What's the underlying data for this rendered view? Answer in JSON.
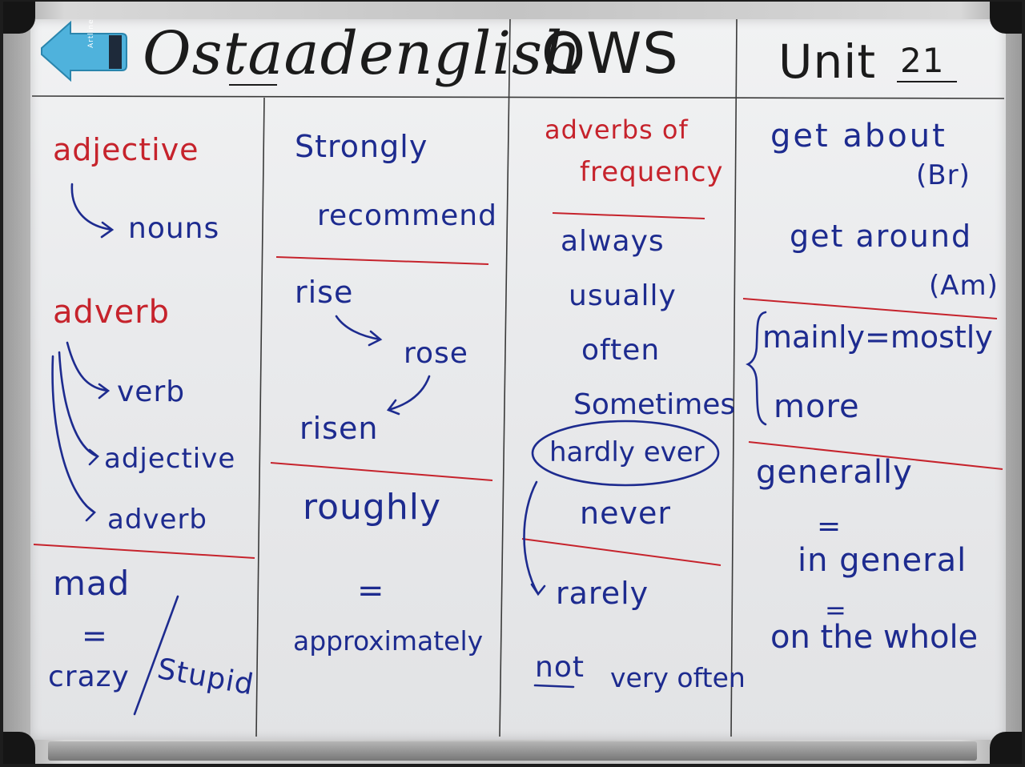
{
  "header": {
    "title": "Ostaadenglish",
    "code": "OWS",
    "unit_label": "Unit",
    "unit_number": "21"
  },
  "eraser": {
    "brand": "Artline"
  },
  "col1": {
    "adjective_heading": "adjective",
    "adjective_target": "nouns",
    "adverb_heading": "adverb",
    "adverb_targets": [
      "verb",
      "adjective",
      "adverb"
    ],
    "mad": "mad",
    "equals": "=",
    "crazy": "crazy",
    "slash": "/",
    "stupid": "Stupid"
  },
  "col2": {
    "strongly": "Strongly",
    "recommend": "recommend",
    "rise": "rise",
    "rose": "rose",
    "risen": "risen",
    "roughly": "roughly",
    "equals": "=",
    "approximately": "approximately"
  },
  "col3": {
    "heading_line1": "adverbs of",
    "heading_line2": "frequency",
    "list": [
      "always",
      "usually",
      "often",
      "Sometimes"
    ],
    "hardly_ever": "hardly ever",
    "never": "never",
    "rarely": "rarely",
    "not": "not",
    "very_often": "very often"
  },
  "col4": {
    "get_about": "get about",
    "br": "(Br)",
    "get_around": "get around",
    "am": "(Am)",
    "mainly_mostly": "mainly=mostly",
    "more": "more",
    "generally": "generally",
    "equals1": "=",
    "in_general": "in general",
    "equals2": "=",
    "on_the_whole": "on the whole"
  },
  "colors": {
    "blue_marker": "#1d2b8f",
    "red_marker": "#c6232c",
    "black_marker": "#1b1b1b",
    "board": "#ebecee",
    "eraser": "#4fb2dc"
  }
}
